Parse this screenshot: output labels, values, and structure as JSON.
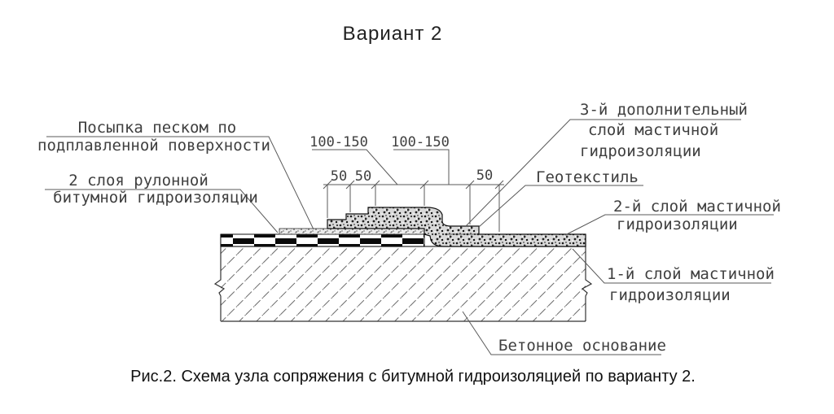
{
  "title": "Вариант 2",
  "caption": "Рис.2. Схема узла сопряжения с битумной гидроизоляцией по варианту 2.",
  "callouts": {
    "sand": {
      "line1": "Посыпка песком по",
      "line2": "подплавленной поверхности"
    },
    "rolled": {
      "line1": "2 слоя рулонной",
      "line2": "битумной гидроизоляции"
    },
    "mastic3": {
      "line1": "3-й дополнительный",
      "line2": "слой мастичной",
      "line3": "гидроизоляции"
    },
    "geotextile": {
      "line1": "Геотекстиль"
    },
    "mastic2": {
      "line1": "2-й слой мастичной",
      "line2": "гидроизоляции"
    },
    "mastic1": {
      "line1": "1-й слой мастичной",
      "line2": "гидроизоляции"
    },
    "base": {
      "line1": "Бетонное основание"
    }
  },
  "dimensions": {
    "top1": "100-150",
    "top2": "100-150",
    "left1": "50",
    "left2": "50",
    "right1": "50"
  },
  "colors": {
    "line": "#5a5a5a",
    "text": "#3f3f3f",
    "ink": "#111111"
  }
}
